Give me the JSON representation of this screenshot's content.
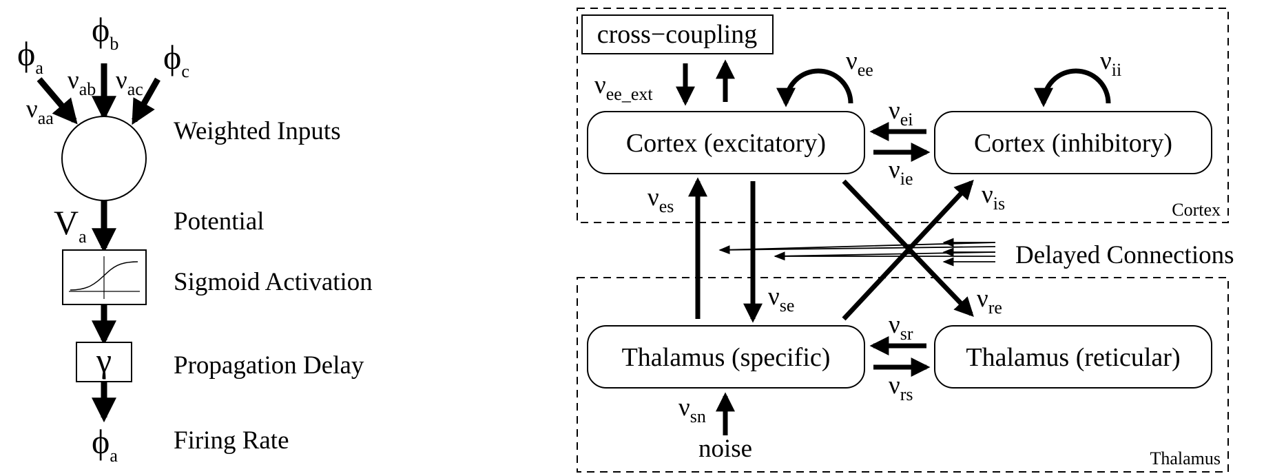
{
  "left": {
    "inputs": [
      {
        "symbol": "ϕ",
        "sub": "a"
      },
      {
        "symbol": "ϕ",
        "sub": "b"
      },
      {
        "symbol": "ϕ",
        "sub": "c"
      }
    ],
    "weights": [
      {
        "symbol": "ν",
        "sub": "aa"
      },
      {
        "symbol": "ν",
        "sub": "ab"
      },
      {
        "symbol": "ν",
        "sub": "ac"
      }
    ],
    "potential": {
      "symbol": "V",
      "sub": "a"
    },
    "delay_symbol": "γ",
    "output": {
      "symbol": "ϕ",
      "sub": "a"
    },
    "stage_labels": {
      "weighted_inputs": "Weighted Inputs",
      "potential": "Potential",
      "sigmoid": "Sigmoid Activation",
      "delay": "Propagation Delay",
      "firing": "Firing Rate"
    }
  },
  "right": {
    "cross_coupling": "cross−coupling",
    "nodes": {
      "cortex_e": "Cortex (excitatory)",
      "cortex_i": "Cortex (inhibitory)",
      "thal_s": "Thalamus (specific)",
      "thal_r": "Thalamus (reticular)"
    },
    "regions": {
      "cortex": "Cortex",
      "thalamus": "Thalamus"
    },
    "delayed_connections": "Delayed Connections",
    "noise": "noise",
    "weights": {
      "ee_ext": {
        "symbol": "ν",
        "sub": "ee_ext"
      },
      "ee": {
        "symbol": "ν",
        "sub": "ee"
      },
      "ii": {
        "symbol": "ν",
        "sub": "ii"
      },
      "ei": {
        "symbol": "ν",
        "sub": "ei"
      },
      "ie": {
        "symbol": "ν",
        "sub": "ie"
      },
      "es": {
        "symbol": "ν",
        "sub": "es"
      },
      "is": {
        "symbol": "ν",
        "sub": "is"
      },
      "se": {
        "symbol": "ν",
        "sub": "se"
      },
      "re": {
        "symbol": "ν",
        "sub": "re"
      },
      "sr": {
        "symbol": "ν",
        "sub": "sr"
      },
      "rs": {
        "symbol": "ν",
        "sub": "rs"
      },
      "sn": {
        "symbol": "ν",
        "sub": "sn"
      }
    }
  }
}
